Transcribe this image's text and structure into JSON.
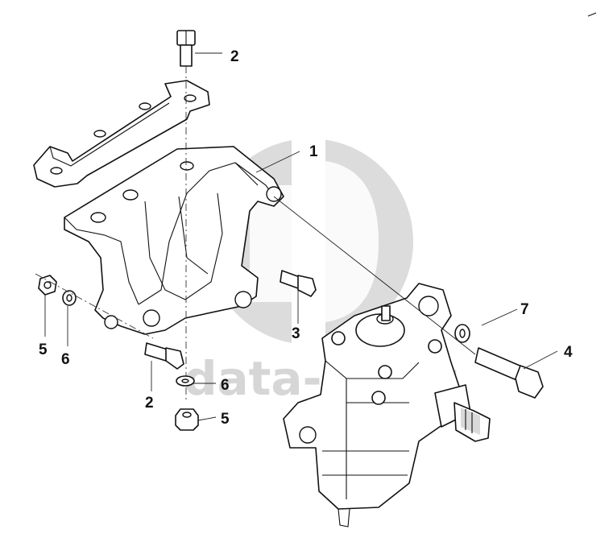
{
  "diagram": {
    "callouts": [
      {
        "id": "1",
        "label": "1"
      },
      {
        "id": "2a",
        "label": "2"
      },
      {
        "id": "2b",
        "label": "2"
      },
      {
        "id": "3",
        "label": "3"
      },
      {
        "id": "4",
        "label": "4"
      },
      {
        "id": "5a",
        "label": "5"
      },
      {
        "id": "5b",
        "label": "5"
      },
      {
        "id": "6a",
        "label": "6"
      },
      {
        "id": "6b",
        "label": "6"
      },
      {
        "id": "7",
        "label": "7"
      }
    ]
  },
  "watermark": {
    "text": "data-parts",
    "color": "#d6d6d6"
  }
}
